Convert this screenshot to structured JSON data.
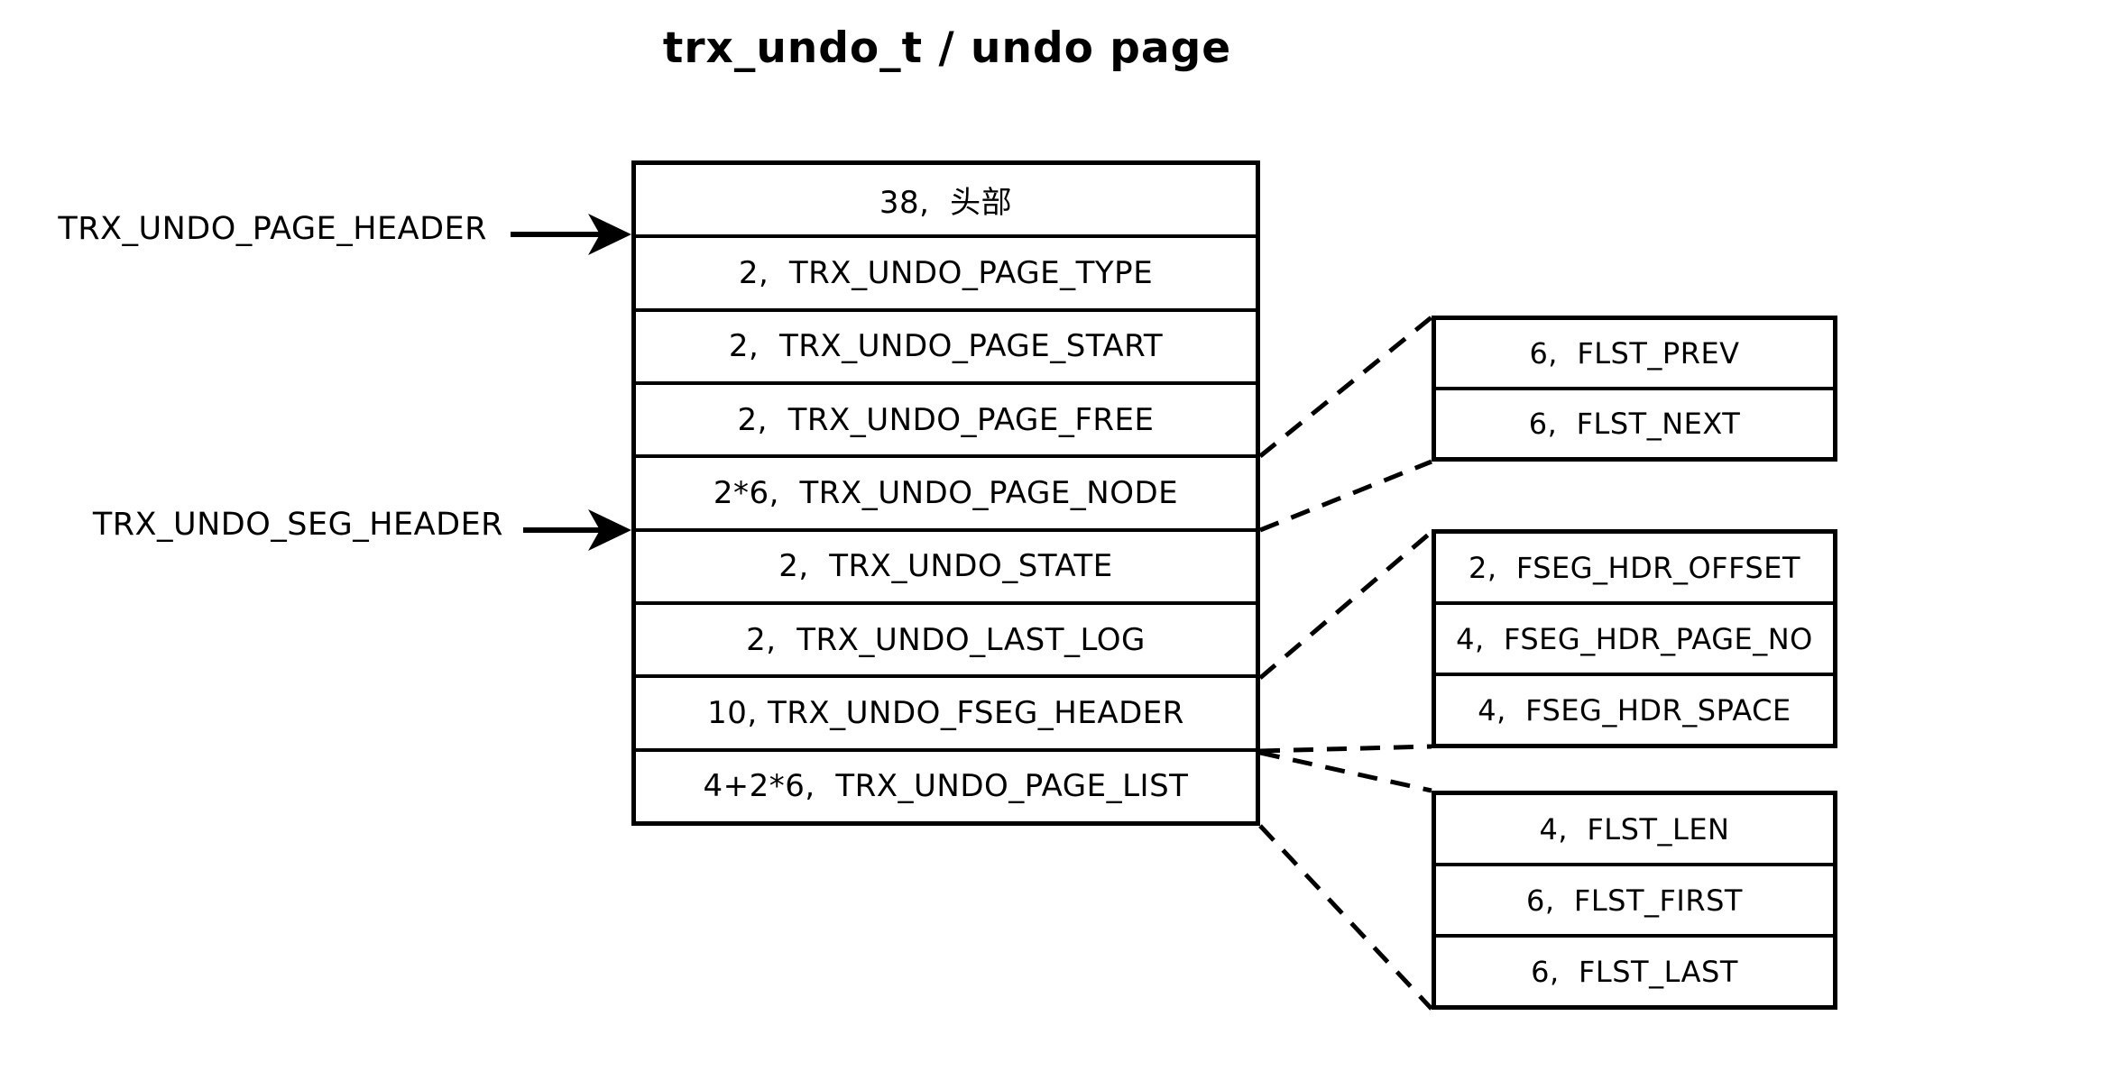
{
  "title": "trx_undo_t / undo page",
  "colors": {
    "ink": "#000000",
    "background": "#ffffff"
  },
  "left_labels": {
    "page_header": "TRX_UNDO_PAGE_HEADER",
    "seg_header": "TRX_UNDO_SEG_HEADER"
  },
  "main_table": {
    "rows": [
      "38,  头部",
      "2,  TRX_UNDO_PAGE_TYPE",
      "2,  TRX_UNDO_PAGE_START",
      "2,  TRX_UNDO_PAGE_FREE",
      "2*6,  TRX_UNDO_PAGE_NODE",
      "2,  TRX_UNDO_STATE",
      "2,  TRX_UNDO_LAST_LOG",
      "10, TRX_UNDO_FSEG_HEADER",
      "4+2*6,  TRX_UNDO_PAGE_LIST"
    ]
  },
  "flst_node_table": {
    "rows": [
      "6,  FLST_PREV",
      "6,  FLST_NEXT"
    ]
  },
  "fseg_header_table": {
    "rows": [
      "2,  FSEG_HDR_OFFSET",
      "4,  FSEG_HDR_PAGE_NO",
      "4,  FSEG_HDR_SPACE"
    ]
  },
  "flst_base_table": {
    "rows": [
      "4,  FLST_LEN",
      "6,  FLST_FIRST",
      "6,  FLST_LAST"
    ]
  }
}
